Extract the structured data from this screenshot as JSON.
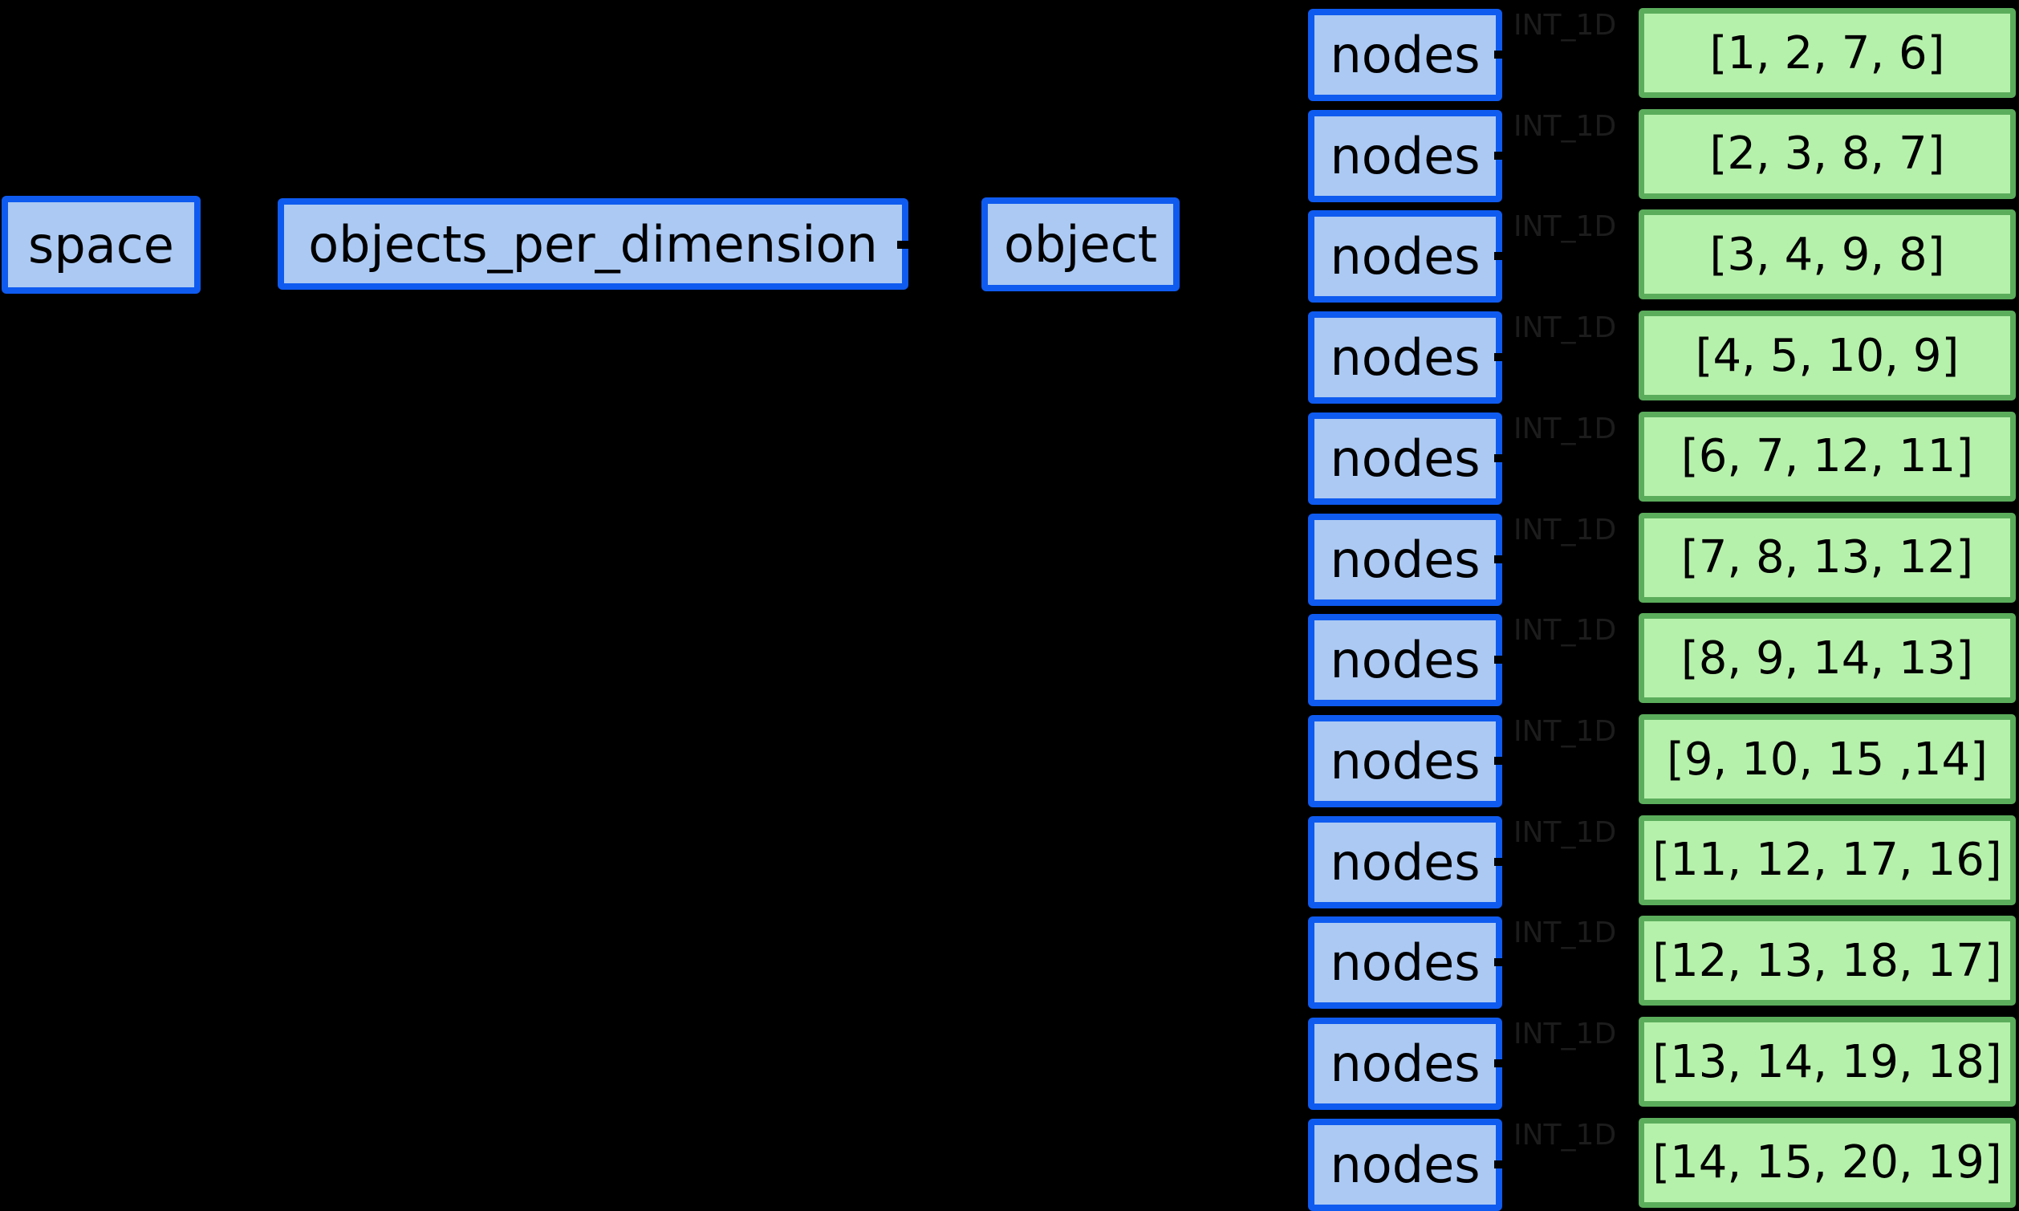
{
  "diagram": {
    "background": "#000000",
    "colors": {
      "node_border": "#0f5bf0",
      "node_fill": "#abc9f3",
      "array_border": "#5bad5c",
      "array_fill": "#b6f1ab",
      "edge_label_text": "#1c1c1c",
      "box_text": "#000000"
    },
    "left_nodes": [
      {
        "label": "space"
      },
      {
        "label": "objects_per_dimension"
      },
      {
        "label": "object"
      }
    ],
    "rows": [
      {
        "node_label": "nodes",
        "edge_label": "INT_1D",
        "value": "[1, 2, 7, 6]"
      },
      {
        "node_label": "nodes",
        "edge_label": "INT_1D",
        "value": "[2, 3, 8, 7]"
      },
      {
        "node_label": "nodes",
        "edge_label": "INT_1D",
        "value": "[3, 4, 9, 8]"
      },
      {
        "node_label": "nodes",
        "edge_label": "INT_1D",
        "value": "[4, 5, 10, 9]"
      },
      {
        "node_label": "nodes",
        "edge_label": "INT_1D",
        "value": "[6, 7, 12, 11]"
      },
      {
        "node_label": "nodes",
        "edge_label": "INT_1D",
        "value": "[7, 8, 13, 12]"
      },
      {
        "node_label": "nodes",
        "edge_label": "INT_1D",
        "value": "[8, 9, 14, 13]"
      },
      {
        "node_label": "nodes",
        "edge_label": "INT_1D",
        "value": "[9, 10, 15 ,14]"
      },
      {
        "node_label": "nodes",
        "edge_label": "INT_1D",
        "value": "[11, 12, 17, 16]"
      },
      {
        "node_label": "nodes",
        "edge_label": "INT_1D",
        "value": "[12, 13, 18, 17]"
      },
      {
        "node_label": "nodes",
        "edge_label": "INT_1D",
        "value": "[13, 14, 19, 18]"
      },
      {
        "node_label": "nodes",
        "edge_label": "INT_1D",
        "value": "[14, 15, 20, 19]"
      }
    ]
  }
}
